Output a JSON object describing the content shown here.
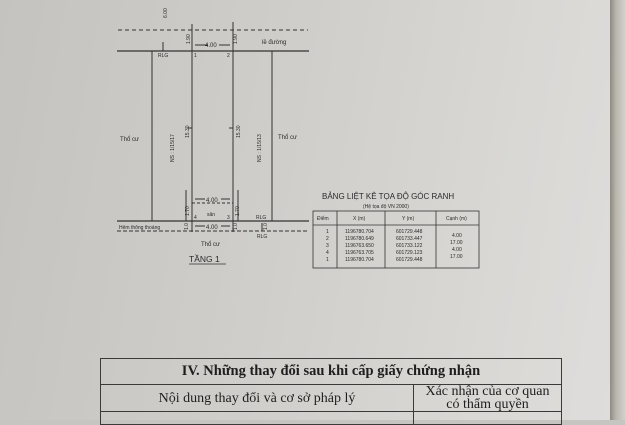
{
  "plan": {
    "dim_top_offset": "6.00",
    "dim_top_width": "4.00",
    "dim_setback_left": "1.90",
    "dim_setback_right": "1.90",
    "road_edge_label": "lề đường",
    "rlg_top": "RLG",
    "point_1": "1",
    "point_2": "2",
    "left_neighbor": "Thổ cư",
    "right_neighbor": "Thổ cư",
    "ns_left": "NS : 1/15/17",
    "ns_right": "NS : 1/15/13",
    "depth_left": "15.30",
    "depth_right": "15.30",
    "yard_width": "4.00",
    "yard_label": "sân",
    "point_3": "3",
    "point_4": "4",
    "yard_depth_left": "1.70",
    "yard_depth_right": "1.70",
    "alley_label": "Hẻm thông thoáng",
    "alley_width": "4.00",
    "alley_dim_left": "1.0",
    "alley_dim_right": "1.0",
    "alley_dim_far": "1.0",
    "rlg_bottom_1": "RLG",
    "rlg_bottom_2": "RLG",
    "bottom_neighbor": "Thổ cư",
    "floor_label": "TẦNG 1"
  },
  "coords": {
    "title": "BẢNG LIỆT KÊ TỌA ĐỘ GÓC RANH",
    "subtitle": "(Hệ tọa độ VN 2000)",
    "headers": [
      "Điểm",
      "X (m)",
      "Y (m)",
      "Cạnh (m)"
    ],
    "points": [
      "1",
      "2",
      "3",
      "4",
      "1"
    ],
    "x": [
      "1196780.704",
      "1196780.649",
      "1196763.650",
      "1196763.705",
      "1196780.704"
    ],
    "y": [
      "601729.448",
      "601733.447",
      "601733.122",
      "601729.123",
      "601729.448"
    ],
    "edges": [
      "4.00",
      "17.00",
      "4.00",
      "17.00"
    ]
  },
  "changes": {
    "title": "IV. Những thay đổi sau khi cấp giấy chứng nhận",
    "col_content": "Nội dung thay đổi và cơ sở pháp lý",
    "col_confirm_1": "Xác nhận của cơ quan",
    "col_confirm_2": "có thẩm quyền"
  }
}
